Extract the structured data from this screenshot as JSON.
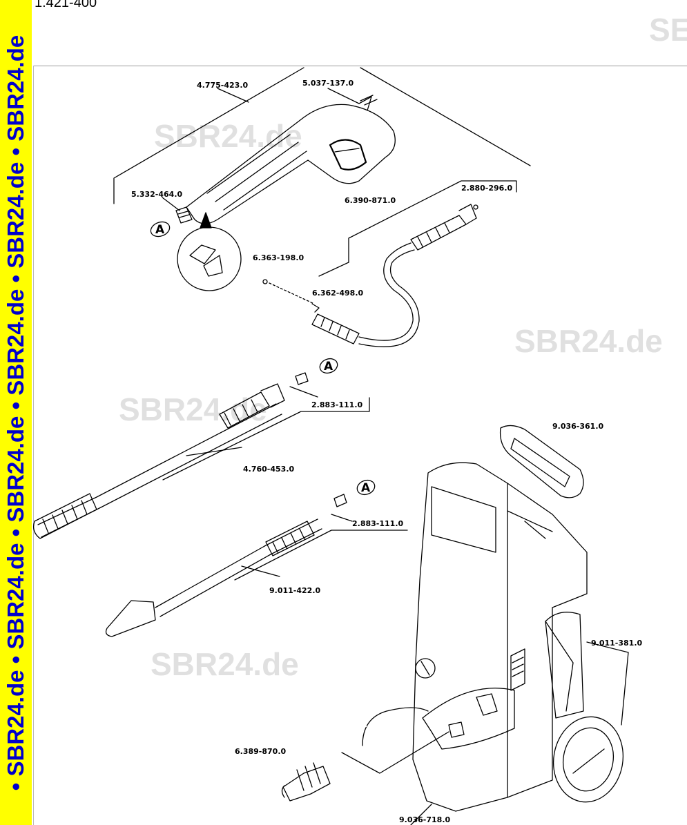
{
  "document": {
    "title": "1.421-400"
  },
  "sidebar": {
    "repeat_text": "• SBR24.de • SBR24.de • SBR24.de • SBR24.de • SBR24.de • SBR24.de"
  },
  "watermarks": {
    "corner": "SE",
    "text": "SBR24.de"
  },
  "callouts": {
    "detail_a": "A"
  },
  "parts": {
    "p_4775_423": "4.775-423.0",
    "p_5037_137": "5.037-137.0",
    "p_5332_464": "5.332-464.0",
    "p_2880_296": "2.880-296.0",
    "p_6390_871": "6.390-871.0",
    "p_6363_198": "6.363-198.0",
    "p_6362_498": "6.362-498.0",
    "p_2883_111_a": "2.883-111.0",
    "p_4760_453": "4.760-453.0",
    "p_9036_361": "9.036-361.0",
    "p_2883_111_b": "2.883-111.0",
    "p_9011_422": "9.011-422.0",
    "p_9011_381": "9.011-381.0",
    "p_6389_870": "6.389-870.0",
    "p_9036_718": "9.036-718.0"
  },
  "colors": {
    "sidebar_bg": "#ffff00",
    "sidebar_text": "#0000cc",
    "watermark": "#e0e0e0",
    "drawing_line": "#000000"
  }
}
